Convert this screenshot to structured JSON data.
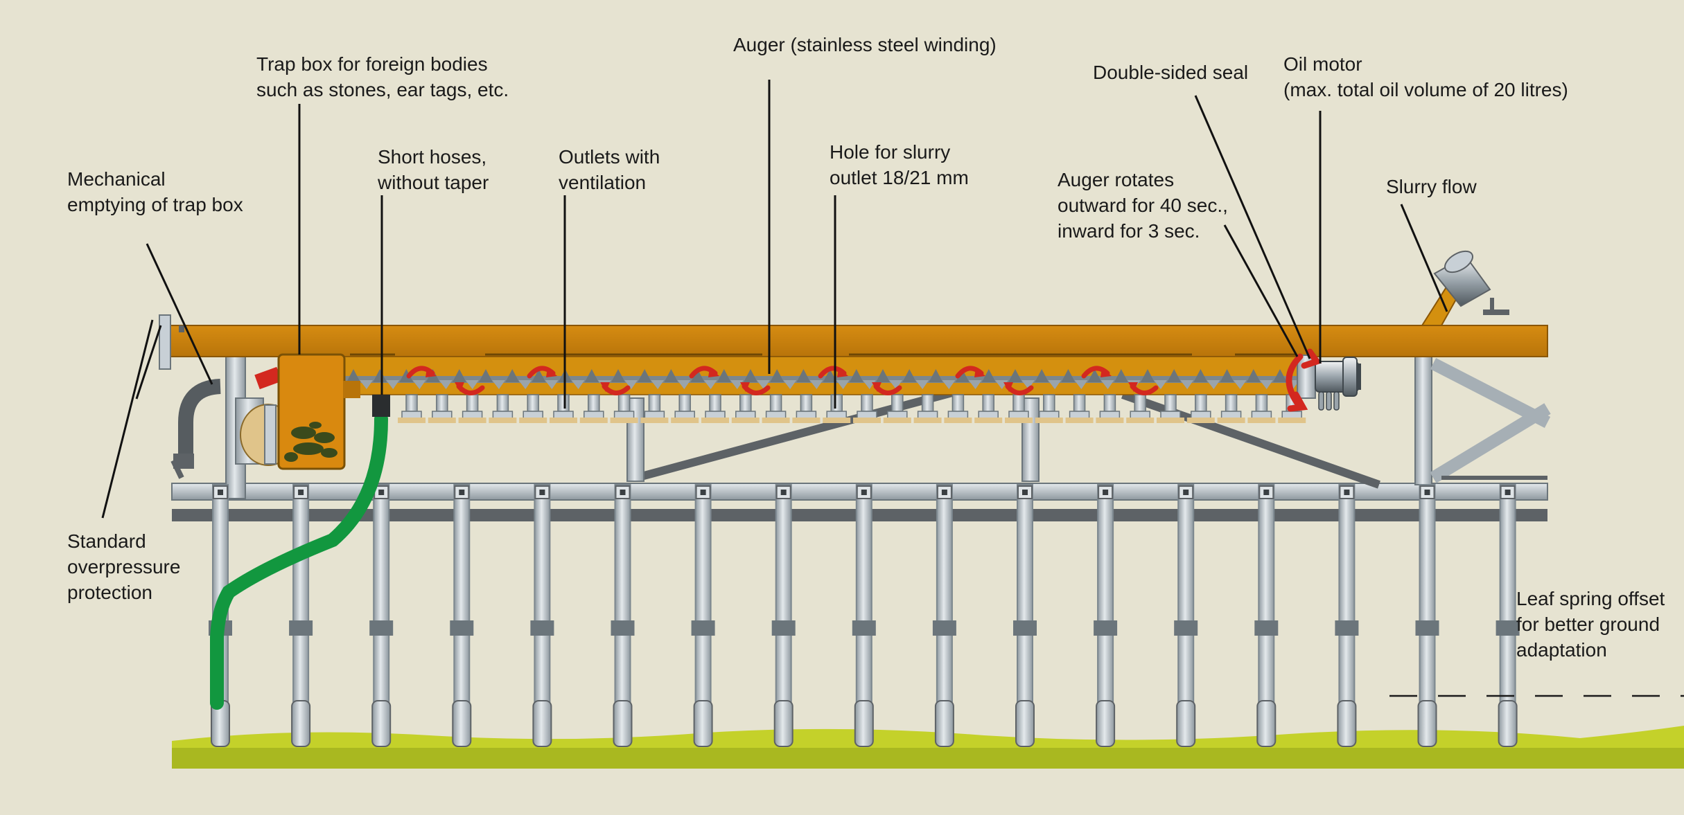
{
  "colors": {
    "background": "#e6e3d1",
    "beam": "#c9800c",
    "beam_edge": "#8a5606",
    "frame_grey": "#5d6266",
    "steel_light": "#c8d0d6",
    "steel_dark": "#8e989f",
    "hose": "#12973f",
    "ground": "#c4d12a",
    "arrows": "#d3281f",
    "outlet_ring": "#e0c48a",
    "debris": "#3a4a1c"
  },
  "icons": [
    "rotation-arrow-icon",
    "oil-motor-icon",
    "slurry-inlet-icon"
  ],
  "labels": {
    "trap_box": [
      "Trap box for foreign bodies",
      "such as stones, ear tags, etc."
    ],
    "auger": [
      "Auger (stainless steel winding)"
    ],
    "double_seal": [
      "Double-sided seal"
    ],
    "oil_motor": [
      "Oil motor",
      "(max. total oil volume of 20 litres)"
    ],
    "mechanical_emptying": [
      "Mechanical",
      "emptying of trap box"
    ],
    "short_hoses": [
      "Short hoses,",
      "without taper"
    ],
    "outlets": [
      "Outlets with",
      "ventilation"
    ],
    "hole": [
      "Hole for slurry",
      "outlet 18/21 mm"
    ],
    "auger_rotates": [
      "Auger rotates",
      "outward for 40 sec.,",
      "inward for 3 sec."
    ],
    "slurry_flow": [
      "Slurry flow"
    ],
    "overpressure": [
      "Standard",
      "overpressure",
      "protection"
    ],
    "leaf_spring": [
      "Leaf spring offset",
      "for better ground",
      "adaptation"
    ]
  }
}
